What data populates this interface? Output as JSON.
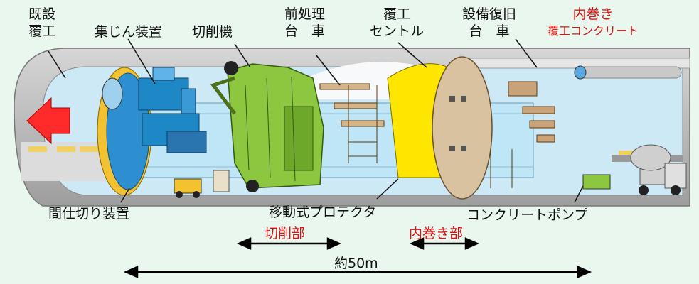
{
  "labels": {
    "existing_lining_1": "既設",
    "existing_lining_2": "覆工",
    "dust_collector": "集じん装置",
    "cutter": "切削機",
    "pretreatment_1": "前処理",
    "pretreatment_2": "台　車",
    "form_1": "覆工",
    "form_2": "セントル",
    "restoration_1": "設備復旧",
    "restoration_2": "台　車",
    "inner_concrete_1": "内巻き",
    "inner_concrete_2": "覆工コンクリート",
    "partition": "間仕切り装置",
    "protector": "移動式プロテクタ",
    "pump": "コンクリートポンプ",
    "cutting_section": "切削部",
    "inner_section": "内巻き部",
    "total_length": "約50m"
  },
  "colors": {
    "background": "#e9f7ee",
    "red_text": "#e01010",
    "tunnel_lining": "#bdbdbd",
    "tunnel_interior": "#cde9f5",
    "protector": "#bfe6f6",
    "cutter": "#8dc63f",
    "dust_unit": "#1e88c7",
    "partition": "#f2c230",
    "form": "#d9c2a0",
    "form_frame": "#ffe600",
    "arrow": "#ff2a2a"
  },
  "icons": [
    "left-arrow-icon",
    "dimension-arrow-icon"
  ]
}
